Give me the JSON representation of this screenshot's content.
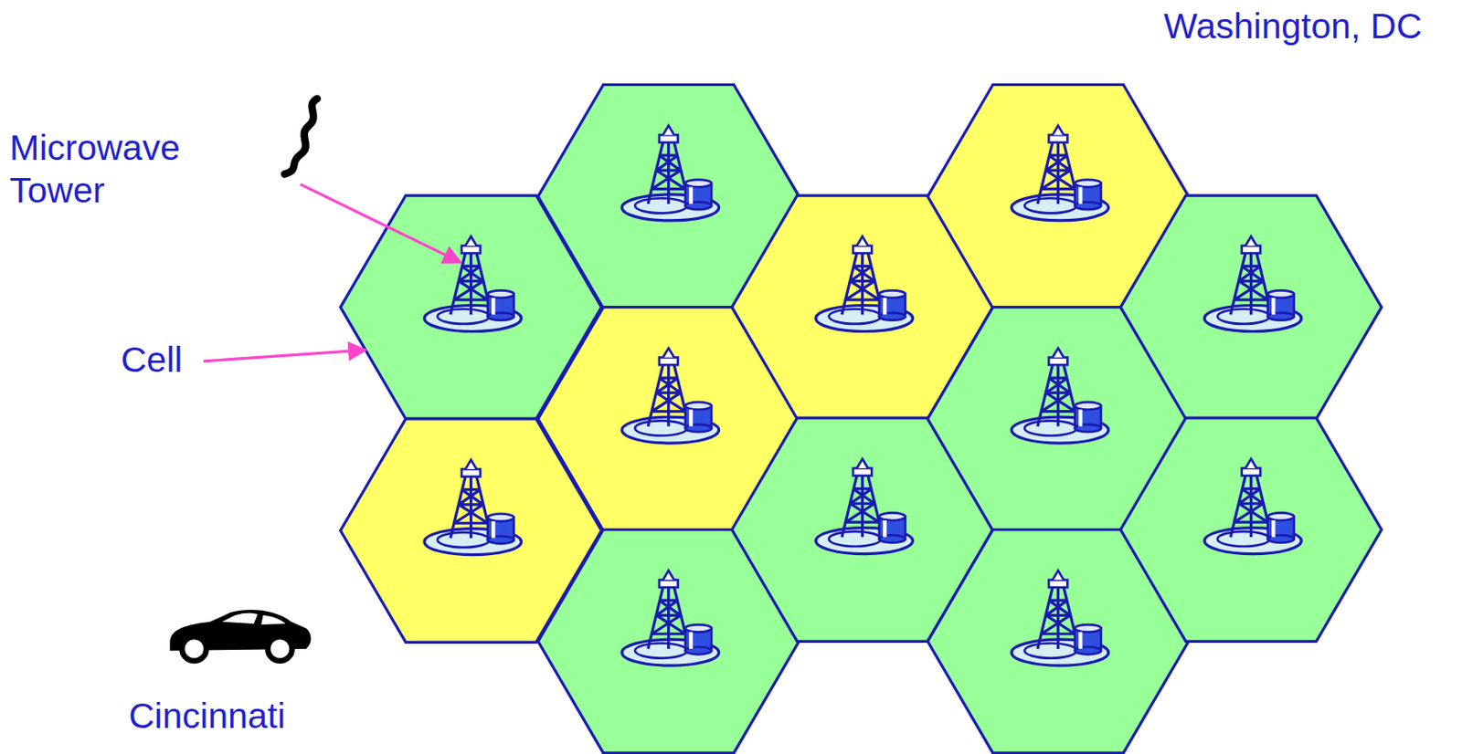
{
  "diagram": {
    "labels": [
      "Washington, DC",
      "Microwave Tower",
      "Cell",
      "Cincinnati"
    ]
  }
}
